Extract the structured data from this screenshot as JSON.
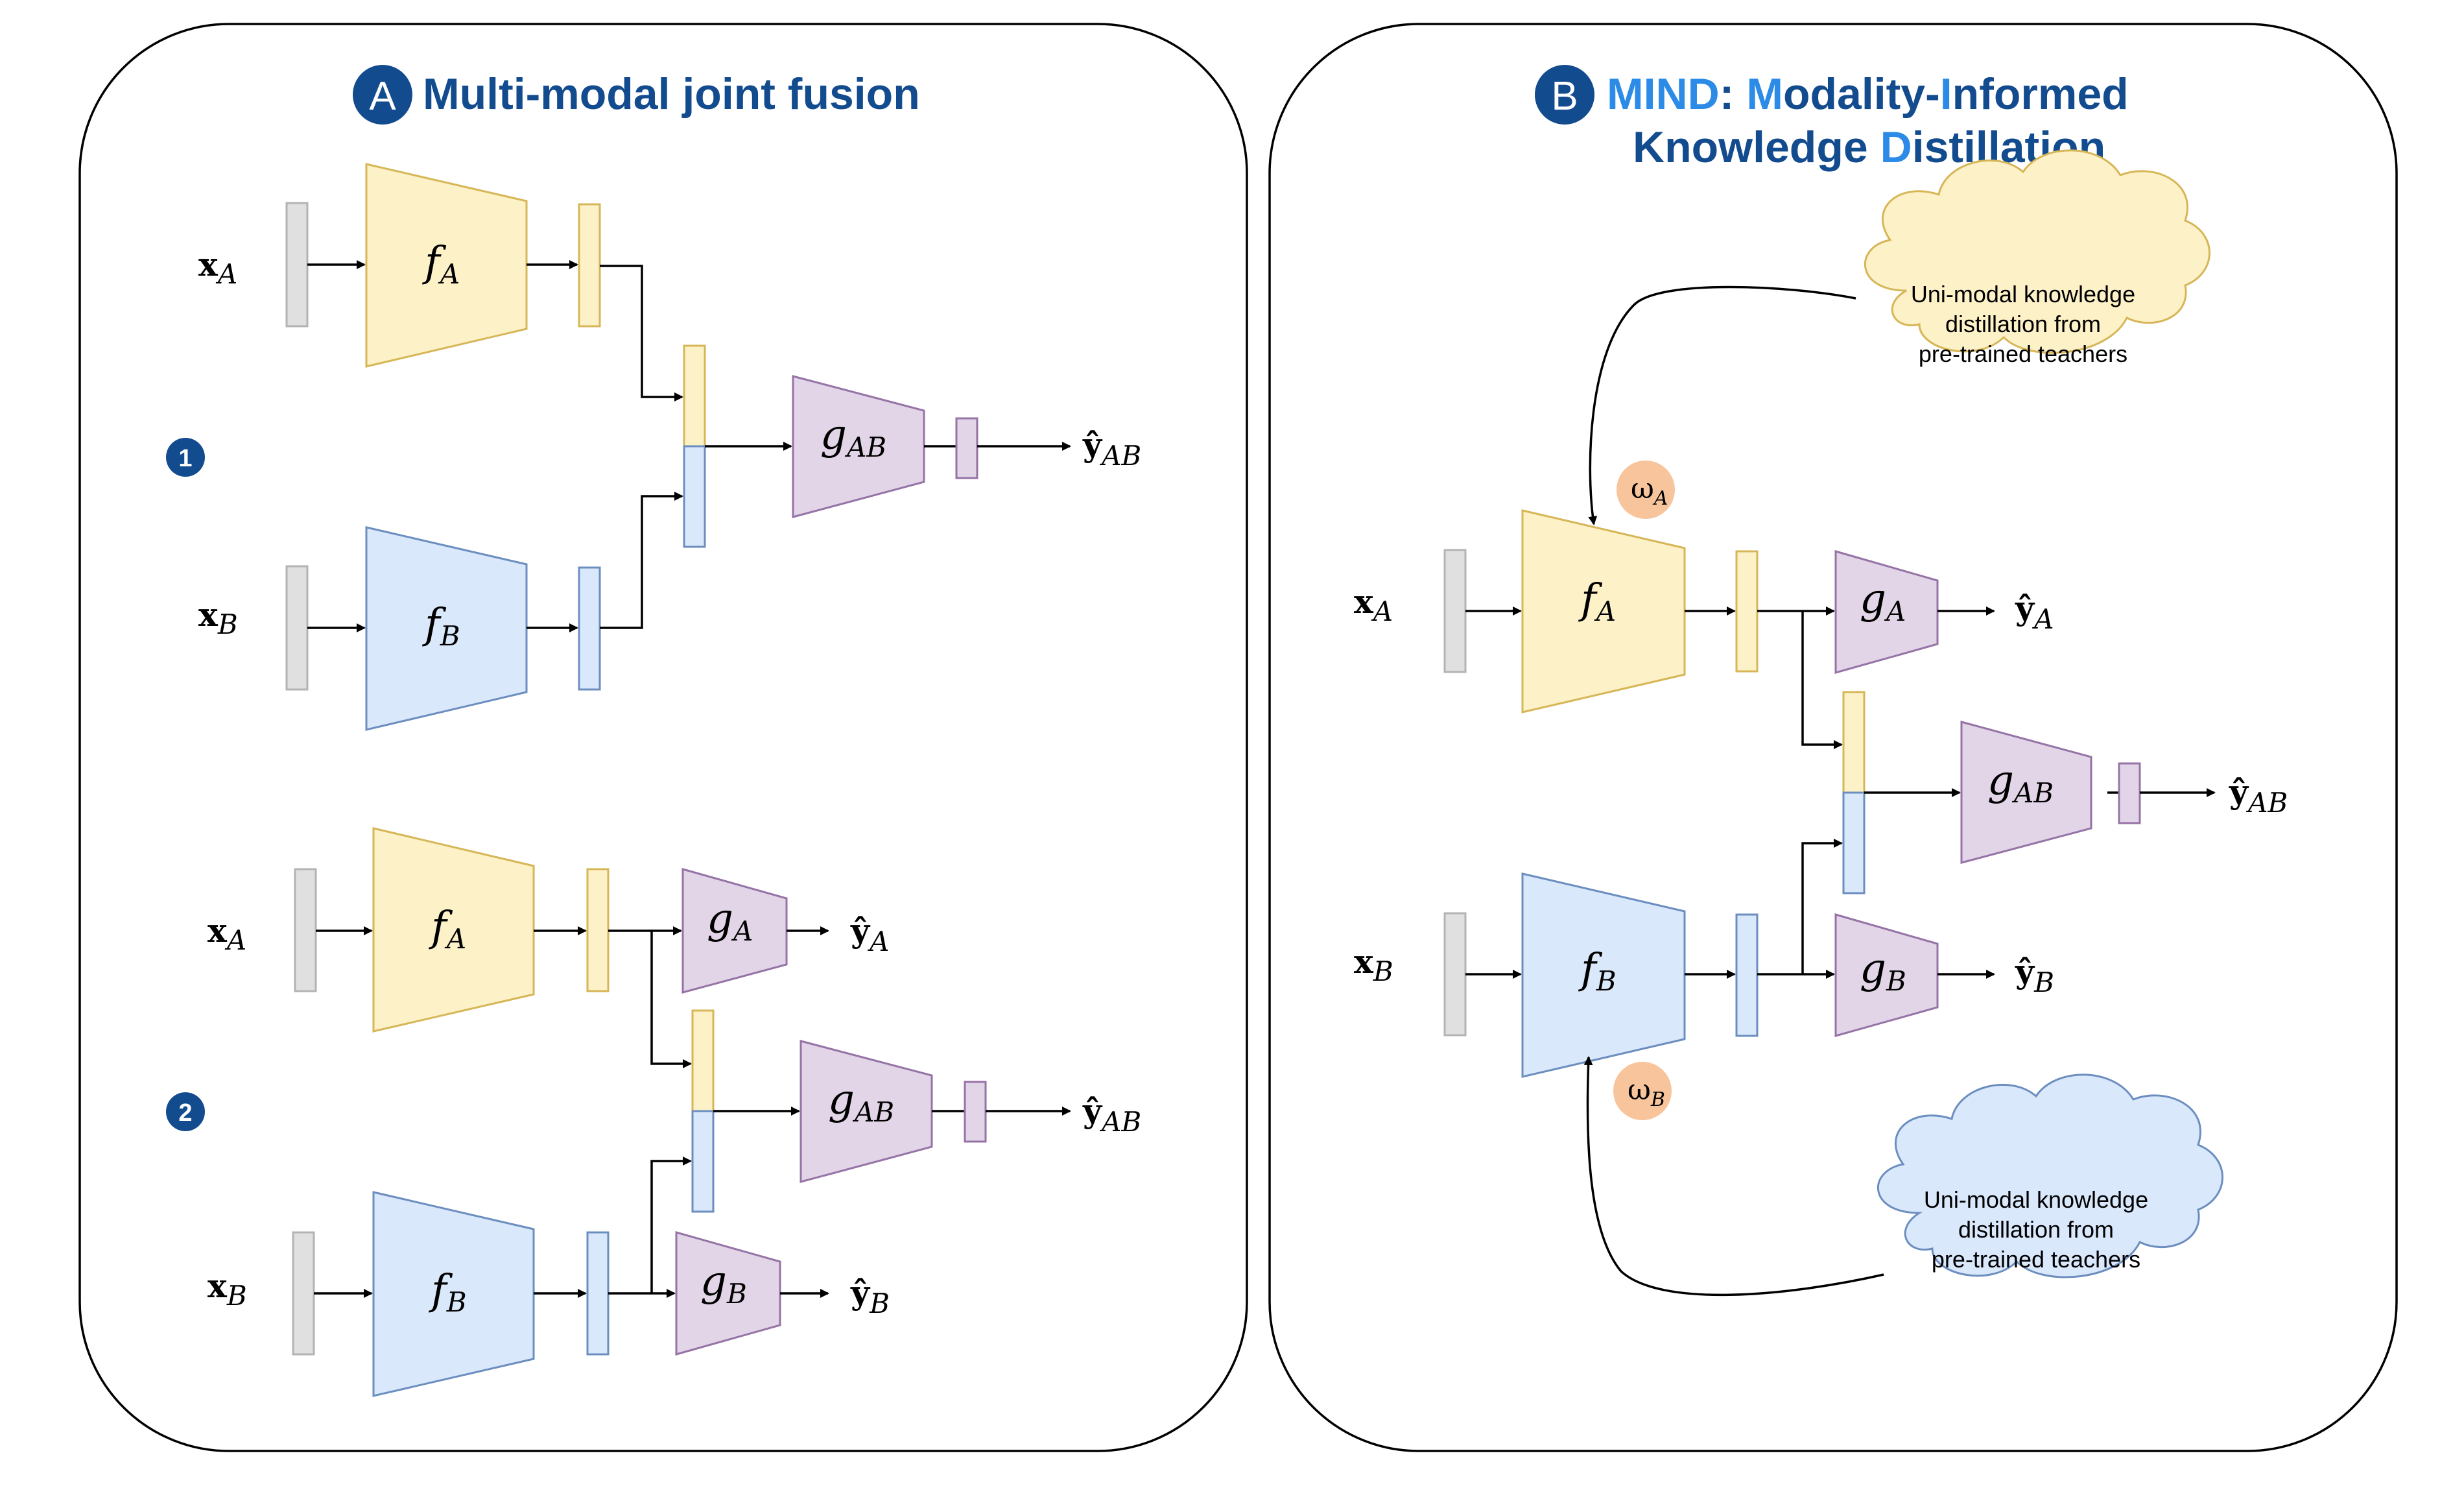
{
  "panel_a": {
    "badge": "A",
    "title": "Multi-modal joint fusion",
    "step_1": "1",
    "step_2": "2"
  },
  "panel_b": {
    "badge": "B",
    "title_mind": "MIND",
    "title_colon": ": ",
    "title_M": "M",
    "title_odality": "odality-",
    "title_I": "I",
    "title_nformed": "nformed",
    "title_K": "K",
    "title_nowledge": "nowledge ",
    "title_D": "D",
    "title_istillation": "istillation",
    "cloud_a_lines": [
      "Uni-modal knowledge",
      "distillation from",
      "pre-trained teachers"
    ],
    "cloud_b_lines": [
      "Uni-modal knowledge",
      "distillation from",
      "pre-trained teachers"
    ],
    "omega_symbol": "ω",
    "omega_a_sub": "A",
    "omega_b_sub": "B"
  },
  "symbols": {
    "x": "x",
    "f": "f",
    "g": "g",
    "y": "ŷ",
    "sub_A": "A",
    "sub_B": "B",
    "sub_AB": "AB"
  },
  "colors": {
    "title_dark": "#134b8f",
    "title_light": "#2b8be6",
    "modality_a_fill": "#fdf1c8",
    "modality_b_fill": "#dae8fc",
    "head_fill": "#e1d5e7",
    "omega_fill": "#f8c49b"
  }
}
